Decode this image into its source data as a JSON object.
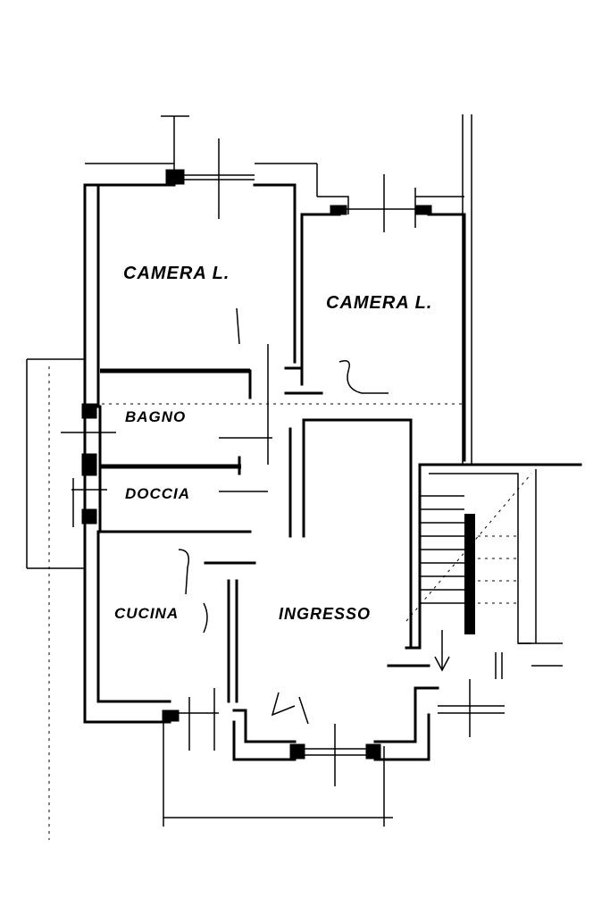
{
  "rooms": [
    {
      "key": "camera1",
      "label": "CAMERA L."
    },
    {
      "key": "camera2",
      "label": "CAMERA L."
    },
    {
      "key": "bagno",
      "label": "BAGNO"
    },
    {
      "key": "doccia",
      "label": "DOCCIA"
    },
    {
      "key": "cucina",
      "label": "CUCINA"
    },
    {
      "key": "ingresso",
      "label": "INGRESSO"
    }
  ],
  "colors": {
    "ink": "#000000",
    "paper": "#ffffff"
  }
}
